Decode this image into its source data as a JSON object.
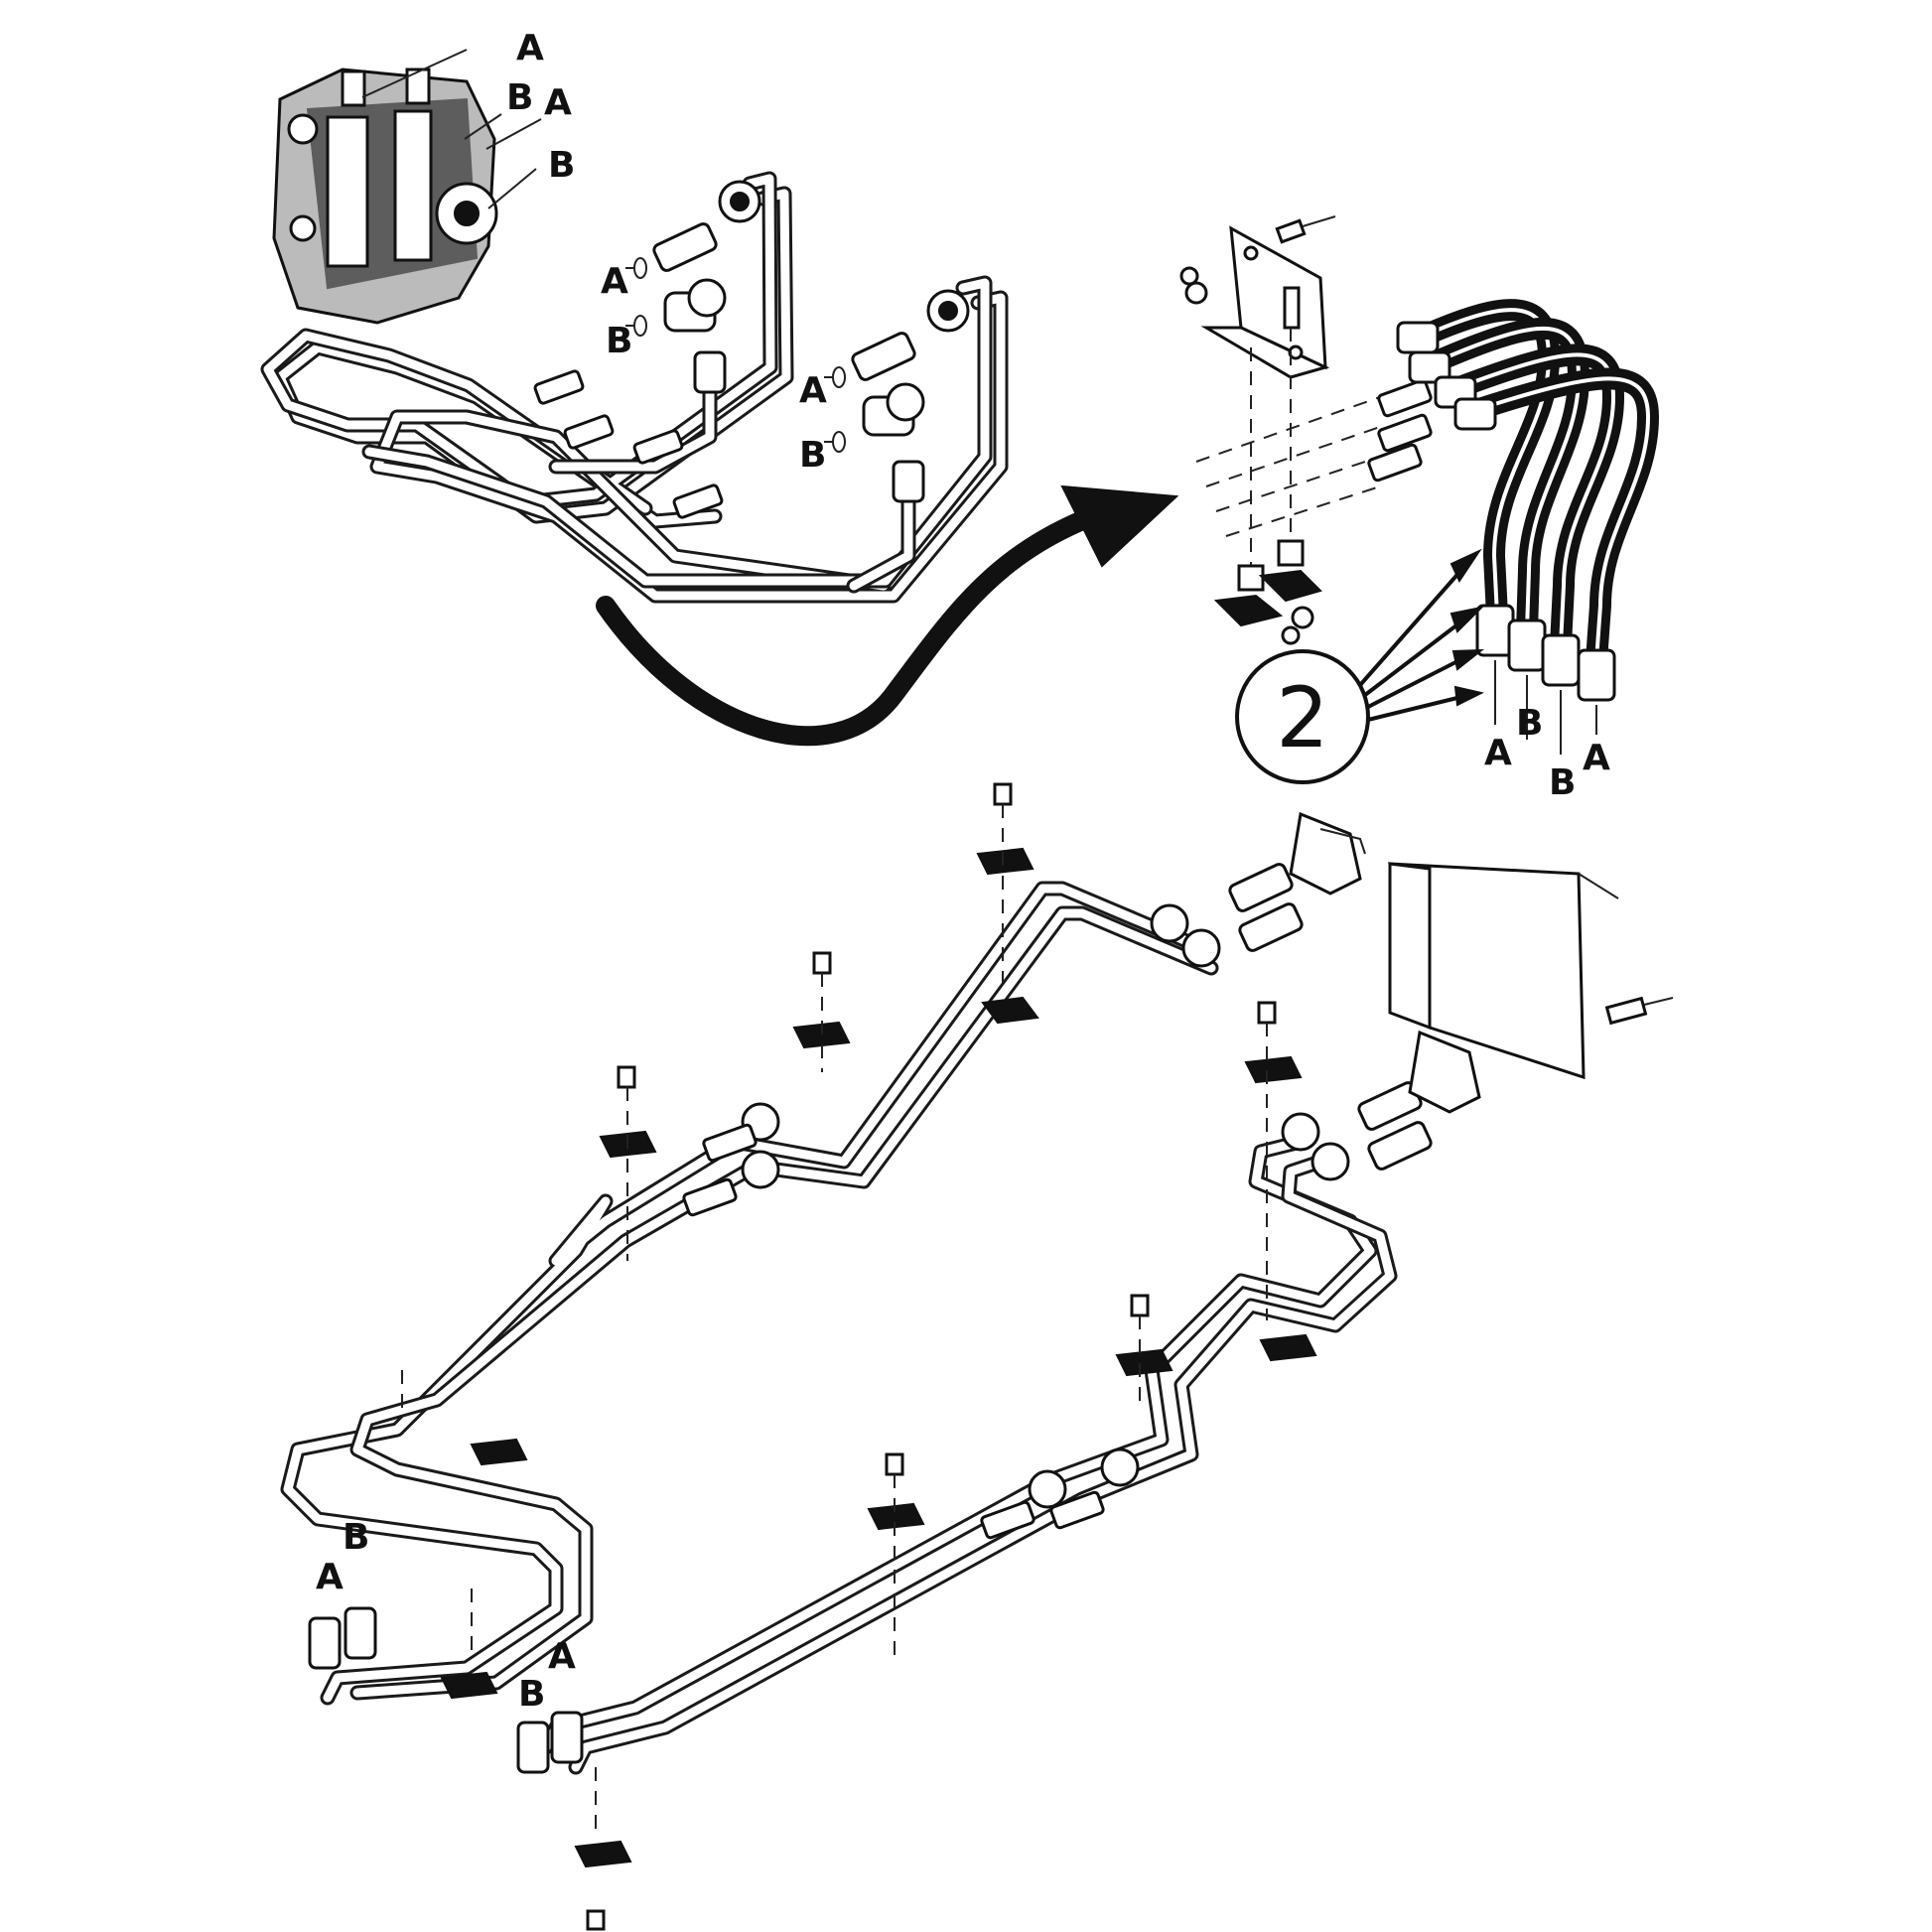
{
  "callout": {
    "number": "2"
  },
  "labels": {
    "a": "A",
    "b": "B"
  }
}
